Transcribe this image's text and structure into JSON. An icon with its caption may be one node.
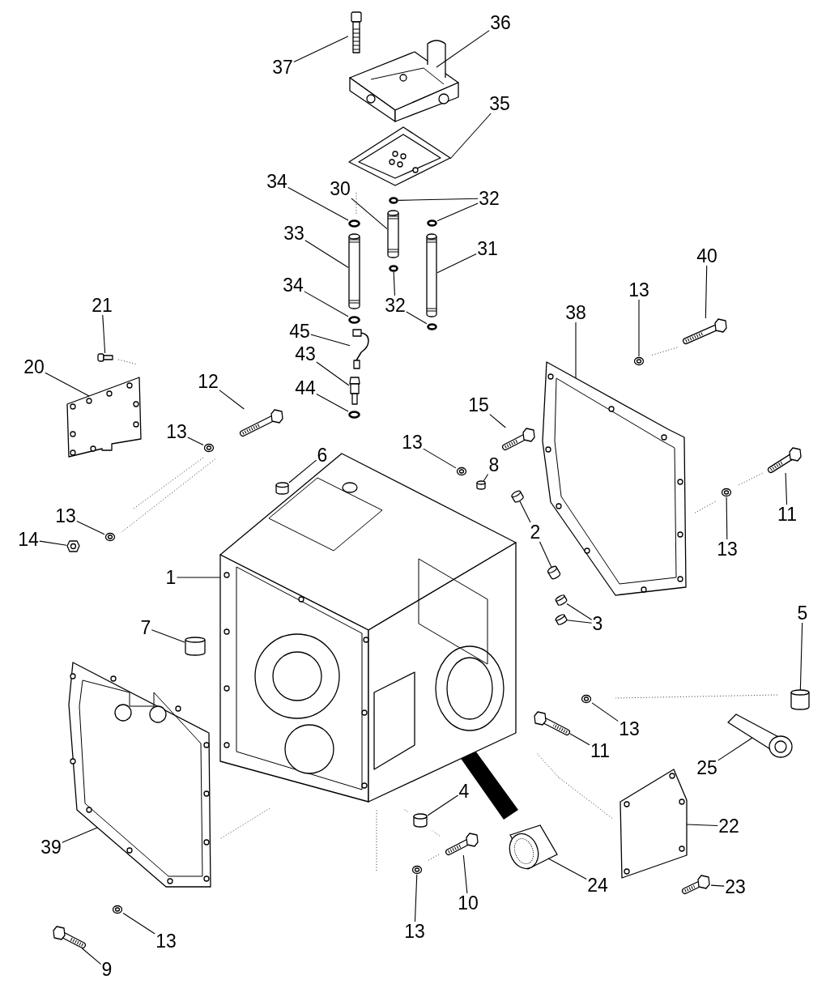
{
  "diagram": {
    "nodes": [
      {
        "text": [
          "37"
        ]
      },
      {
        "text": [],
        "shape": "picture"
      },
      {
        "text": [
          "36"
        ]
      },
      {
        "text": [],
        "shape": "picture"
      },
      {
        "text": [
          "35"
        ]
      },
      {
        "text": [],
        "shape": "picture"
      },
      {
        "text": [
          "34"
        ]
      },
      {
        "text": [],
        "shape": "circle"
      },
      {
        "text": [
          "30"
        ]
      },
      {
        "text": [],
        "shape": "cylinder"
      },
      {
        "text": [
          "32"
        ]
      },
      {
        "text": [],
        "shape": "circle"
      },
      {
        "text": [],
        "shape": "circle"
      },
      {
        "text": [
          "33"
        ]
      },
      {
        "text": [],
        "shape": "cylinder"
      },
      {
        "text": [
          "31"
        ]
      },
      {
        "text": [],
        "shape": "cylinder"
      },
      {
        "text": [
          "34"
        ]
      },
      {
        "text": [],
        "shape": "circle"
      },
      {
        "text": [
          "32"
        ]
      },
      {
        "text": [],
        "shape": "circle"
      },
      {
        "text": [],
        "shape": "circle"
      },
      {
        "text": [
          "45"
        ]
      },
      {
        "text": [],
        "shape": "picture"
      },
      {
        "text": [
          "43"
        ]
      },
      {
        "text": [],
        "shape": "picture"
      },
      {
        "text": [
          "44"
        ]
      },
      {
        "text": [],
        "shape": "circle"
      },
      {
        "text": [
          "21"
        ]
      },
      {
        "text": [],
        "shape": "picture"
      },
      {
        "text": [
          "20"
        ]
      },
      {
        "text": [],
        "shape": "picture"
      },
      {
        "text": [
          "12"
        ]
      },
      {
        "text": [],
        "shape": "picture"
      },
      {
        "text": [
          "13"
        ]
      },
      {
        "text": [],
        "shape": "circle"
      },
      {
        "text": [
          "13"
        ]
      },
      {
        "text": [],
        "shape": "circle"
      },
      {
        "text": [
          "14"
        ]
      },
      {
        "text": [],
        "shape": "picture"
      },
      {
        "text": [
          "6"
        ]
      },
      {
        "text": [],
        "shape": "cylinder"
      },
      {
        "text": [
          "13"
        ]
      },
      {
        "text": [],
        "shape": "circle"
      },
      {
        "text": [
          "15"
        ]
      },
      {
        "text": [],
        "shape": "picture"
      },
      {
        "text": [
          "8"
        ]
      },
      {
        "text": [],
        "shape": "cylinder"
      },
      {
        "text": [
          "1"
        ]
      },
      {
        "text": [],
        "shape": "picture"
      },
      {
        "text": [
          "2"
        ]
      },
      {
        "text": [],
        "shape": "cylinder"
      },
      {
        "text": [],
        "shape": "cylinder"
      },
      {
        "text": [
          "3"
        ]
      },
      {
        "text": [],
        "shape": "cylinder"
      },
      {
        "text": [],
        "shape": "cylinder"
      },
      {
        "text": [
          "7"
        ]
      },
      {
        "text": [],
        "shape": "cylinder"
      },
      {
        "text": [
          "13"
        ]
      },
      {
        "text": [],
        "shape": "circle"
      },
      {
        "text": [
          "38"
        ]
      },
      {
        "text": [],
        "shape": "picture"
      },
      {
        "text": [
          "40"
        ]
      },
      {
        "text": [],
        "shape": "picture"
      },
      {
        "text": [
          "11"
        ]
      },
      {
        "text": [],
        "shape": "picture"
      },
      {
        "text": [
          "13"
        ]
      },
      {
        "text": [],
        "shape": "circle"
      },
      {
        "text": [
          "5"
        ]
      },
      {
        "text": [],
        "shape": "cylinder"
      },
      {
        "text": [
          "13"
        ]
      },
      {
        "text": [],
        "shape": "circle"
      },
      {
        "text": [
          "11"
        ]
      },
      {
        "text": [],
        "shape": "picture"
      },
      {
        "text": [
          "25"
        ]
      },
      {
        "text": [],
        "shape": "picture"
      },
      {
        "text": [
          "22"
        ]
      },
      {
        "text": [],
        "shape": "picture"
      },
      {
        "text": [
          "4"
        ]
      },
      {
        "text": [],
        "shape": "cylinder"
      },
      {
        "text": [
          "10"
        ]
      },
      {
        "text": [],
        "shape": "picture"
      },
      {
        "text": [
          "13"
        ]
      },
      {
        "text": [],
        "shape": "circle"
      },
      {
        "text": [
          "24"
        ]
      },
      {
        "text": [],
        "shape": "picture"
      },
      {
        "text": [
          "23"
        ]
      },
      {
        "text": [],
        "shape": "picture"
      },
      {
        "text": [
          "39"
        ]
      },
      {
        "text": [],
        "shape": "picture"
      },
      {
        "text": [
          "13"
        ]
      },
      {
        "text": [],
        "shape": "circle"
      },
      {
        "text": [
          "9"
        ]
      },
      {
        "text": [],
        "shape": "picture"
      }
    ],
    "edges": [
      {
        "from": 0,
        "to": 1,
        "arrow": "none"
      },
      {
        "from": 2,
        "to": 3,
        "arrow": "none"
      },
      {
        "from": 4,
        "to": 5,
        "arrow": "none"
      },
      {
        "from": 6,
        "to": 7,
        "arrow": "none"
      },
      {
        "from": 8,
        "to": 9,
        "arrow": "none"
      },
      {
        "from": 10,
        "to": 11,
        "arrow": "none"
      },
      {
        "from": 10,
        "to": 12,
        "arrow": "none"
      },
      {
        "from": 13,
        "to": 14,
        "arrow": "none"
      },
      {
        "from": 15,
        "to": 16,
        "arrow": "none"
      },
      {
        "from": 17,
        "to": 18,
        "arrow": "none"
      },
      {
        "from": 19,
        "to": 20,
        "arrow": "none"
      },
      {
        "from": 19,
        "to": 21,
        "arrow": "none"
      },
      {
        "from": 22,
        "to": 23,
        "arrow": "none"
      },
      {
        "from": 24,
        "to": 25,
        "arrow": "none"
      },
      {
        "from": 26,
        "to": 27,
        "arrow": "none"
      },
      {
        "from": 28,
        "to": 29,
        "arrow": "none"
      },
      {
        "from": 30,
        "to": 31,
        "arrow": "none"
      },
      {
        "from": 32,
        "to": 33,
        "arrow": "none"
      },
      {
        "from": 34,
        "to": 35,
        "arrow": "none"
      },
      {
        "from": 36,
        "to": 37,
        "arrow": "none"
      },
      {
        "from": 38,
        "to": 39,
        "arrow": "none"
      },
      {
        "from": 40,
        "to": 41,
        "arrow": "none"
      },
      {
        "from": 42,
        "to": 43,
        "arrow": "none"
      },
      {
        "from": 44,
        "to": 45,
        "arrow": "none"
      },
      {
        "from": 46,
        "to": 47,
        "arrow": "none"
      },
      {
        "from": 48,
        "to": 49,
        "arrow": "none"
      },
      {
        "from": 50,
        "to": 51,
        "arrow": "none"
      },
      {
        "from": 50,
        "to": 52,
        "arrow": "none"
      },
      {
        "from": 53,
        "to": 54,
        "arrow": "none"
      },
      {
        "from": 53,
        "to": 55,
        "arrow": "none"
      },
      {
        "from": 56,
        "to": 57,
        "arrow": "none"
      },
      {
        "from": 58,
        "to": 59,
        "arrow": "none"
      },
      {
        "from": 60,
        "to": 61,
        "arrow": "none"
      },
      {
        "from": 62,
        "to": 63,
        "arrow": "none"
      },
      {
        "from": 64,
        "to": 65,
        "arrow": "none"
      },
      {
        "from": 66,
        "to": 67,
        "arrow": "none"
      },
      {
        "from": 68,
        "to": 69,
        "arrow": "none"
      },
      {
        "from": 70,
        "to": 71,
        "arrow": "none"
      },
      {
        "from": 72,
        "to": 73,
        "arrow": "none"
      },
      {
        "from": 74,
        "to": 75,
        "arrow": "none"
      },
      {
        "from": 76,
        "to": 77,
        "arrow": "none"
      },
      {
        "from": 78,
        "to": 79,
        "arrow": "none"
      },
      {
        "from": 80,
        "to": 81,
        "arrow": "none"
      },
      {
        "from": 82,
        "to": 83,
        "arrow": "none"
      },
      {
        "from": 84,
        "to": 85,
        "arrow": "none"
      },
      {
        "from": 86,
        "to": 87,
        "arrow": "none"
      },
      {
        "from": 88,
        "to": 89,
        "arrow": "none"
      },
      {
        "from": 90,
        "to": 91,
        "arrow": "none"
      },
      {
        "from": 92,
        "to": 93,
        "arrow": "none"
      }
    ]
  }
}
